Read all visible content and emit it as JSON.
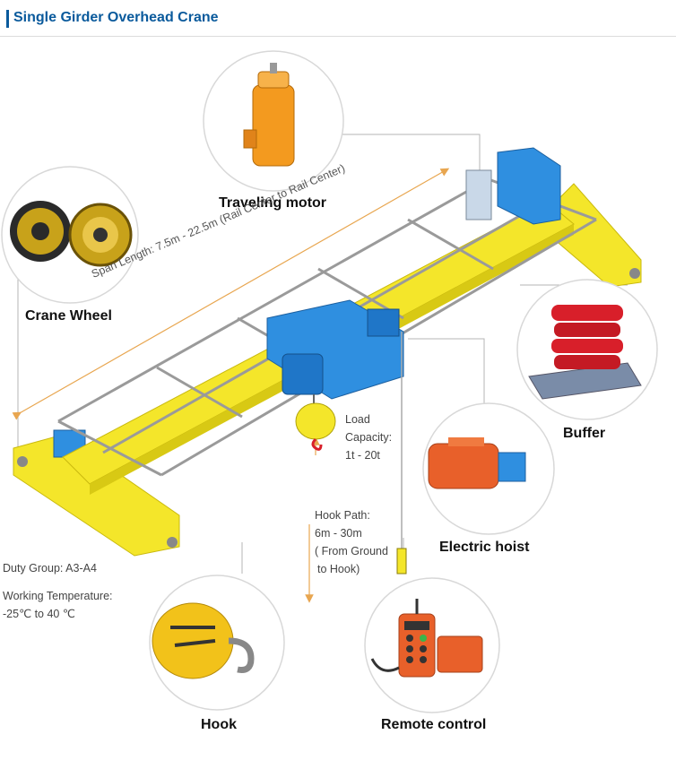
{
  "header": {
    "title": "Single Girder Overhead Crane"
  },
  "components": {
    "traveling_motor": "Traveling motor",
    "crane_wheel": "Crane Wheel",
    "buffer": "Buffer",
    "electric_hoist": "Electric hoist",
    "hook": "Hook",
    "remote_control": "Remote control"
  },
  "annotations": {
    "span_length": "Span Length: 7.5m - 22.5m (Rail Center to Rail Center)",
    "load_capacity_line1": "Load",
    "load_capacity_line2": "Capacity:",
    "load_capacity_line3": "1t - 20t",
    "hook_path_line1": "Hook Path:",
    "hook_path_line2": "6m - 30m",
    "hook_path_line3": "( From Ground",
    "hook_path_line4": "to Hook)",
    "duty_group": "Duty Group: A3-A4",
    "working_temp_label": "Working Temperature:",
    "working_temp_value": "-25℃ to 40 ℃"
  },
  "colors": {
    "brand_blue": "#0a5a9c",
    "girder_yellow": "#f4e62a",
    "trolley_blue": "#2f8fe0",
    "motor_orange": "#f39a1f",
    "buffer_red": "#d81f2a",
    "remote_orange": "#e8602a"
  }
}
